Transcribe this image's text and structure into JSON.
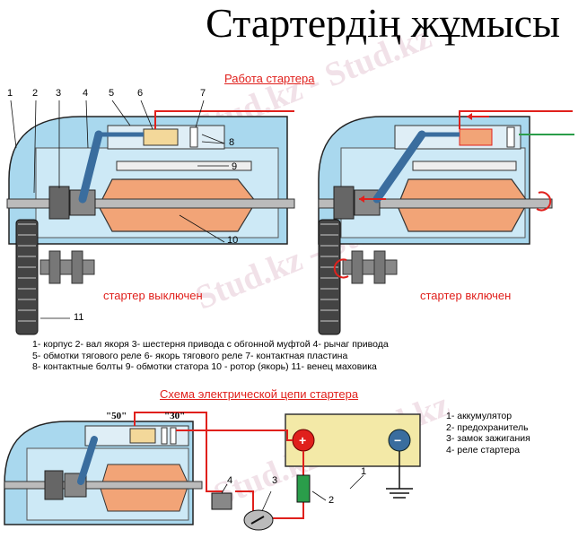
{
  "title": "Стартердің жұмысы",
  "watermark": "Stud.kz - Stud.kz",
  "upper": {
    "heading": "Работа стартера",
    "off_label": "стартер выключен",
    "on_label": "стартер включен",
    "callout_numbers": [
      "1",
      "2",
      "3",
      "4",
      "5",
      "6",
      "7",
      "8",
      "9",
      "10",
      "11"
    ]
  },
  "legend_lines": [
    "1- корпус 2- вал якоря 3- шестерня привода с обгонной муфтой 4- рычаг привода",
    "5- обмотки тягового реле 6- якорь тягового реле 7- контактная пластина",
    "8- контактные болты 9- обмотки статора 10 - ротор (якорь) 11- венец маховика"
  ],
  "lower": {
    "heading": "Схема электрической цепи стартера",
    "terminal_50": "\"50\"",
    "terminal_30": "\"30\"",
    "plus": "+",
    "minus": "−",
    "callout_numbers": [
      "1",
      "2",
      "3",
      "4"
    ],
    "legend": [
      "1- аккумулятор",
      "2- предохранитель",
      "3- замок зажигания",
      "4- реле стартера"
    ]
  },
  "colors": {
    "housing": "#a9d8ee",
    "rotor": "#f2a477",
    "wire_red": "#e0201c",
    "wire_green": "#2a9d4a",
    "legend_red": "#e0201c",
    "battery": "#f3e9a7"
  }
}
